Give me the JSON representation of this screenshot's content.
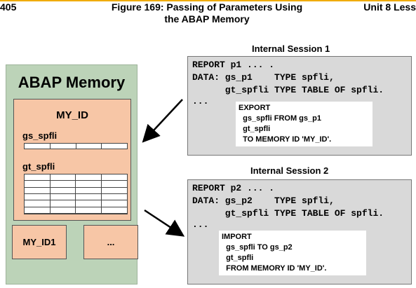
{
  "header": {
    "page_number": "405",
    "figure_title": "Figure 169: Passing of Parameters Using the ABAP Memory",
    "unit": "Unit 8 Less"
  },
  "abap_memory": {
    "title": "ABAP Memory",
    "my_id_box": {
      "title": "MY_ID",
      "gs_label": "gs_spfli",
      "gt_label": "gt_spfli"
    },
    "box_my_id1": "MY_ID1",
    "box_more": "..."
  },
  "session1": {
    "label": "Internal Session 1",
    "code": [
      "REPORT p1 ... .",
      "DATA: gs_p1    TYPE spfli,",
      "      gt_spfli TYPE TABLE OF spfli.",
      "..."
    ],
    "statement": [
      "EXPORT",
      "  gs_spfli FROM gs_p1",
      "  gt_spfli",
      "  TO MEMORY ID 'MY_ID'."
    ]
  },
  "session2": {
    "label": "Internal Session 2",
    "code": [
      "REPORT p2 ... .",
      "DATA: gs_p2    TYPE spfli,",
      "      gt_spfli TYPE TABLE OF spfli.",
      "..."
    ],
    "statement": [
      "IMPORT",
      "  gs_spfli TO gs_p2",
      "  gt_spfli",
      "  FROM MEMORY ID 'MY_ID'."
    ]
  },
  "colors": {
    "memory_bg": "#bcd3b8",
    "id_box_bg": "#f7c6a6",
    "code_bg": "#d9d9d9",
    "header_rule": "#f0ab00"
  }
}
